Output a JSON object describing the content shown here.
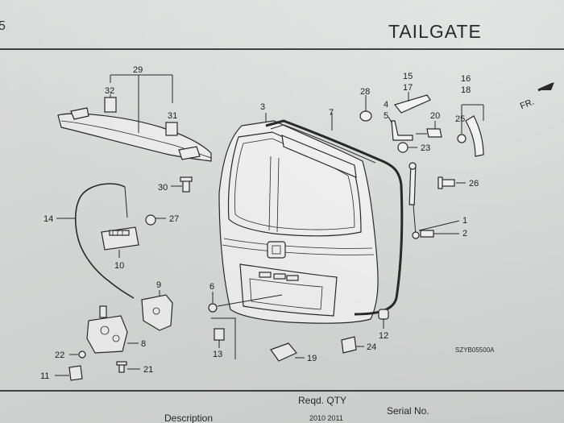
{
  "header": {
    "title": "TAILGATE",
    "edge_mark": "5"
  },
  "diagram": {
    "code": "SZYB05500A",
    "direction_label": "FR.",
    "callouts": [
      {
        "id": "p1",
        "text": "1"
      },
      {
        "id": "p2",
        "text": "2"
      },
      {
        "id": "p3",
        "text": "3"
      },
      {
        "id": "p4",
        "text": "4"
      },
      {
        "id": "p5",
        "text": "5"
      },
      {
        "id": "p6",
        "text": "6"
      },
      {
        "id": "p7",
        "text": "7"
      },
      {
        "id": "p8",
        "text": "8"
      },
      {
        "id": "p9",
        "text": "9"
      },
      {
        "id": "p10",
        "text": "10"
      },
      {
        "id": "p11",
        "text": "11"
      },
      {
        "id": "p12",
        "text": "12"
      },
      {
        "id": "p13",
        "text": "13"
      },
      {
        "id": "p14",
        "text": "14"
      },
      {
        "id": "p15",
        "text": "15"
      },
      {
        "id": "p16",
        "text": "16"
      },
      {
        "id": "p17",
        "text": "17"
      },
      {
        "id": "p18",
        "text": "18"
      },
      {
        "id": "p19",
        "text": "19"
      },
      {
        "id": "p20",
        "text": "20"
      },
      {
        "id": "p21",
        "text": "21"
      },
      {
        "id": "p22",
        "text": "22"
      },
      {
        "id": "p23",
        "text": "23"
      },
      {
        "id": "p24",
        "text": "24"
      },
      {
        "id": "p25",
        "text": "25"
      },
      {
        "id": "p26",
        "text": "26"
      },
      {
        "id": "p27",
        "text": "27"
      },
      {
        "id": "p28",
        "text": "28"
      },
      {
        "id": "p29",
        "text": "29"
      },
      {
        "id": "p30",
        "text": "30"
      },
      {
        "id": "p31",
        "text": "31"
      },
      {
        "id": "p32",
        "text": "32"
      }
    ]
  },
  "footer": {
    "reqd_qty": "Reqd. QTY",
    "serial_no": "Serial No.",
    "description": "Description",
    "years": "2010  2011"
  }
}
